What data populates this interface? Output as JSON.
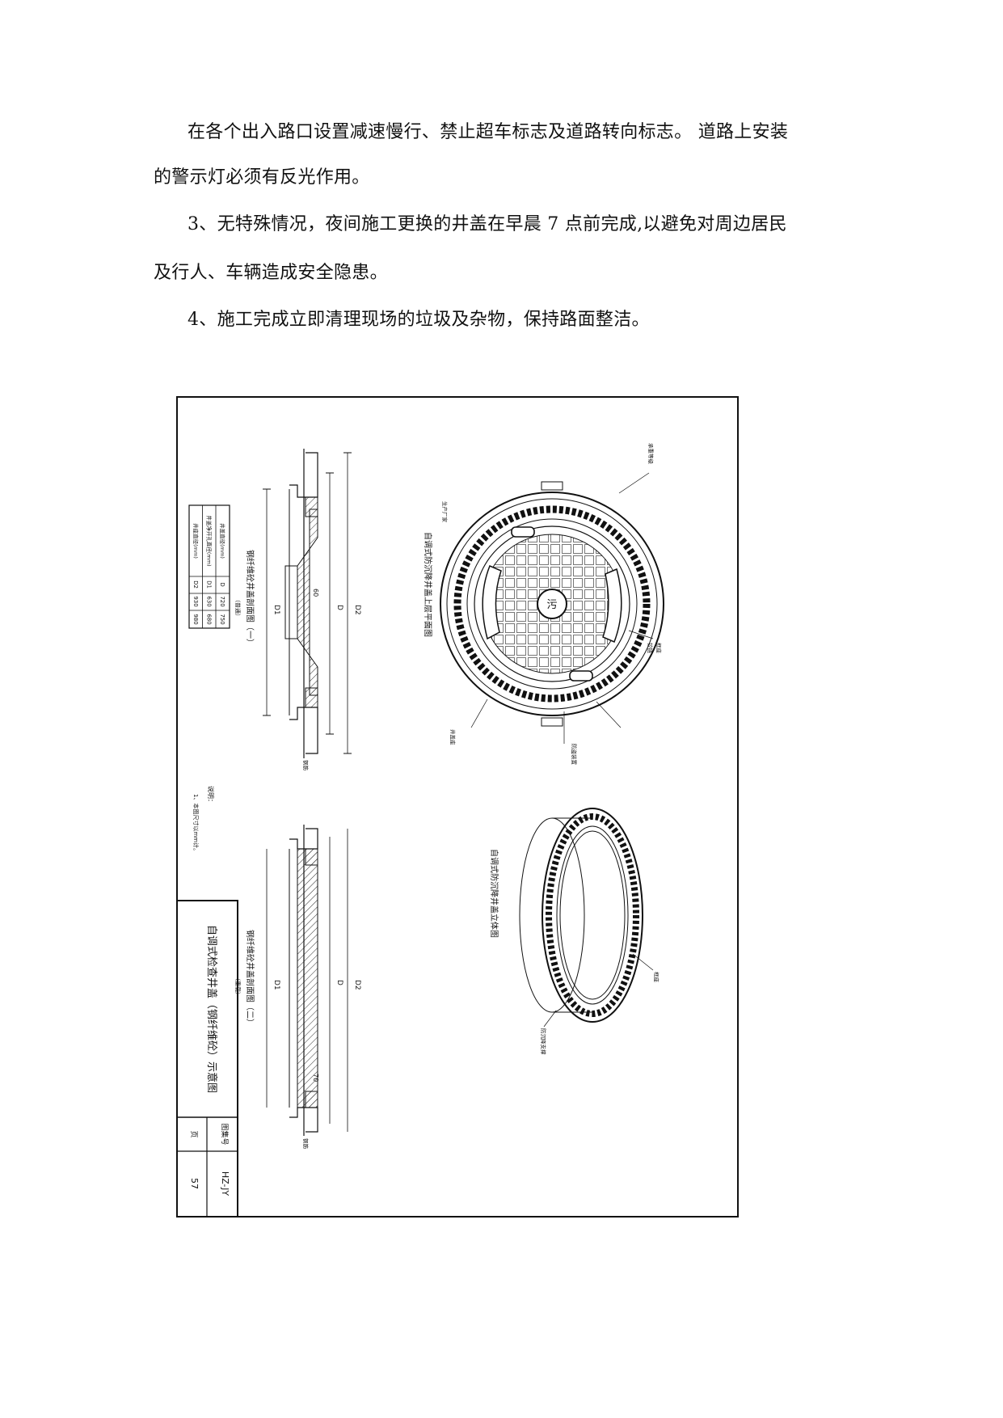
{
  "paragraphs": [
    "在各个出入路口设置减速慢行、禁止超车标志及道路转向标志。 道路上安装",
    "的警示灯必须有反光作用。",
    "3、无特殊情况，夜间施工更换的井盖在早晨 7 点前完成,以避免对周边居民",
    "及行人、车辆造成安全隐患。",
    "4、施工完成立即清理现场的垃圾及杂物，保持路面整洁。"
  ],
  "drawing": {
    "title": "自调式检查井盖（钢纤维砼）示意图",
    "drawing_no_label": "图集号",
    "drawing_no": "HZ-JY",
    "page_label": "页",
    "page_no": "57",
    "notes_title": "说明：",
    "note_1": "1、本图尺寸以mm计。",
    "plan_title": "自调式防沉降井盖上层平面图",
    "section1_title": "钢纤维砼井盖剖面图（一）",
    "section1_sub": "（普通）",
    "section2_title": "钢纤维砼井盖剖面图（二）",
    "section2_sub": "（重载）",
    "iso_title": "自调式防沉降井盖立体图",
    "dims": {
      "D": "D",
      "D1": "D1",
      "D2": "D2",
      "d60": "60",
      "d70": "70"
    },
    "labels": {
      "mfr": "生产厂家",
      "bearing": "承重等级",
      "frame": "框座",
      "hinge": "铰链",
      "anti_theft": "防盗装置",
      "plate_1": "井盖座",
      "iso_frame": "框座",
      "iso_note": "防沉降支撑",
      "rebar1": "钢筋",
      "rebar2": "钢筋",
      "logo": "污"
    },
    "table": {
      "rows": [
        [
          "井盖直径(mm)",
          "D",
          "720",
          "750"
        ],
        [
          "井盖净开孔直径(mm)",
          "D1",
          "630",
          "680"
        ],
        [
          "井座直径(mm)",
          "D2",
          "930",
          "980"
        ]
      ]
    }
  }
}
